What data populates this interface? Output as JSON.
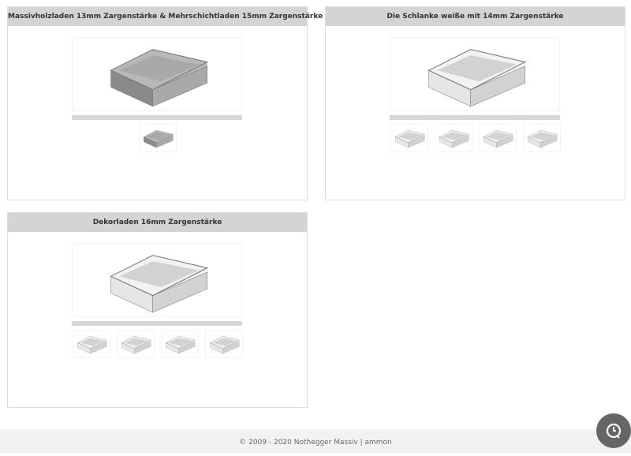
{
  "categories": [
    {
      "title": "Massivholzladen 13mm Zargenstärke & Mehrschichtladen 15mm Zargenstärke",
      "thumb_count": 1,
      "tone": "wood"
    },
    {
      "title": "Die Schlanke weiße mit 14mm Zargenstärke",
      "thumb_count": 4,
      "tone": "white"
    },
    {
      "title": "Dekorladen 16mm Zargenstärke",
      "thumb_count": 4,
      "tone": "white"
    }
  ],
  "footer": {
    "text": "© 2009 - 2020 Nothegger Massiv | ammon"
  },
  "chat": {
    "icon": "chat-clock-icon"
  }
}
